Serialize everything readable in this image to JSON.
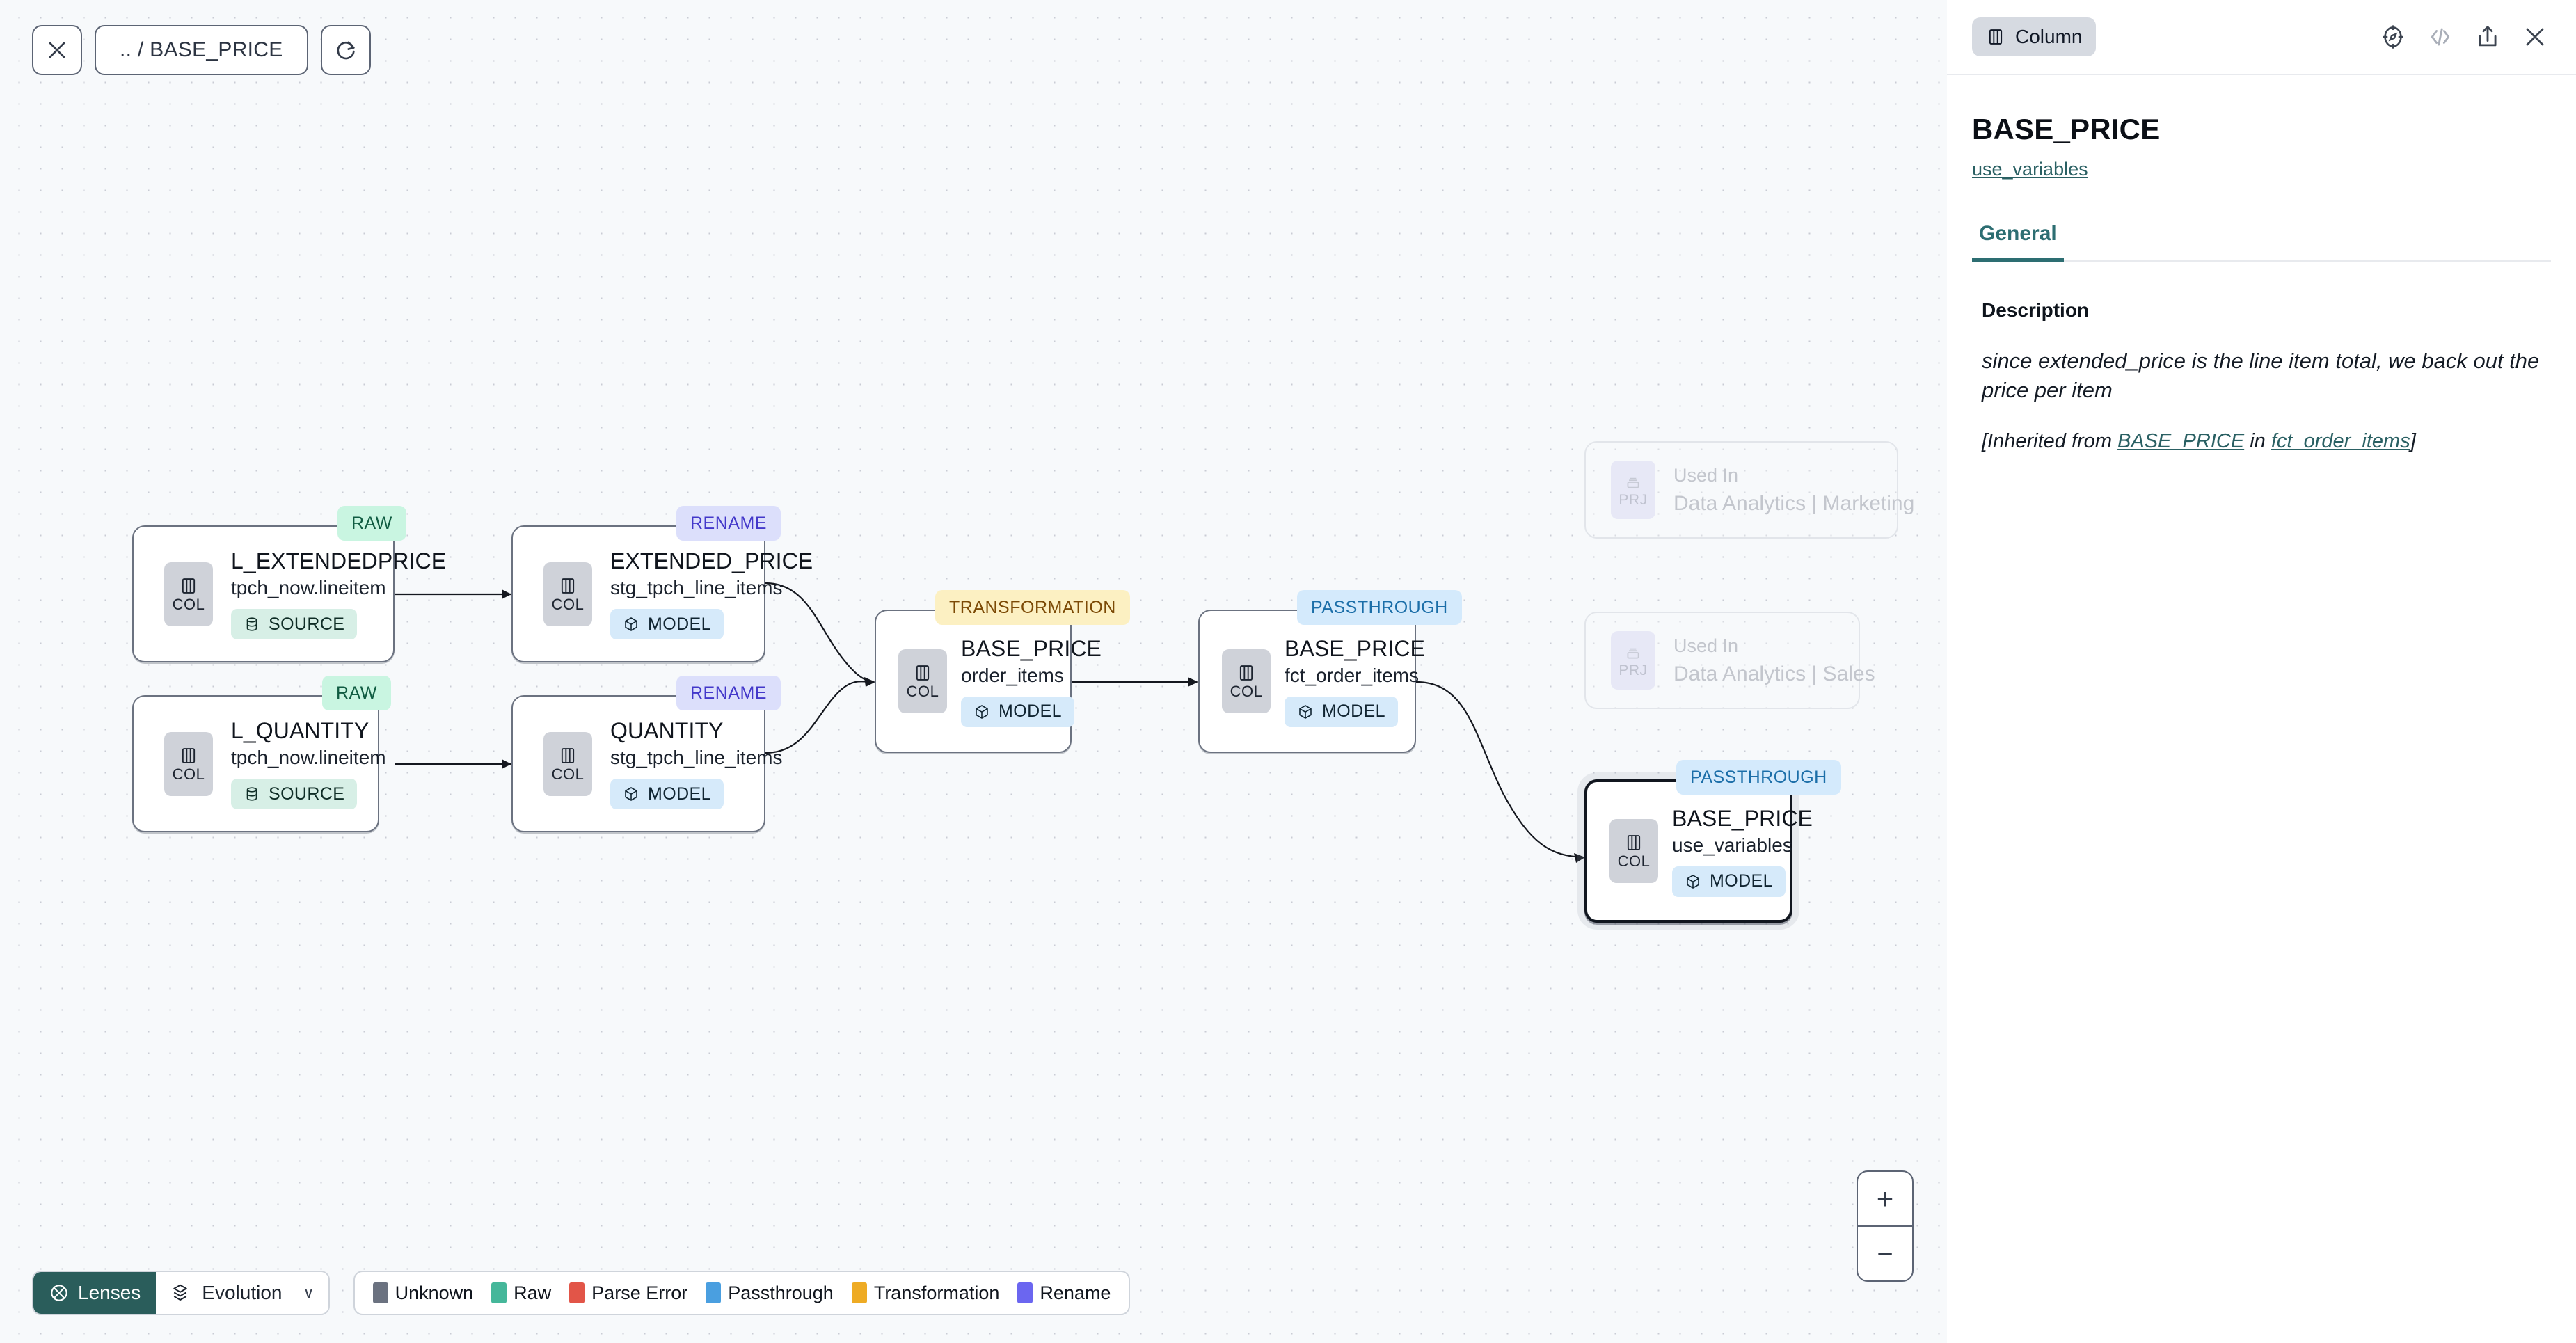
{
  "toolbar": {
    "close_label": "close-icon",
    "breadcrumb": ".. / BASE_PRICE",
    "refresh_label": "refresh-icon"
  },
  "graph": {
    "nodes": [
      {
        "id": "l_extendedprice",
        "title": "L_EXTENDEDPRICE",
        "subtitle": "tpch_now.lineitem",
        "pill": "SOURCE",
        "pill_type": "source",
        "badge": "RAW",
        "badge_type": "raw",
        "icon_label": "COL",
        "selected": false
      },
      {
        "id": "l_quantity",
        "title": "L_QUANTITY",
        "subtitle": "tpch_now.lineitem",
        "pill": "SOURCE",
        "pill_type": "source",
        "badge": "RAW",
        "badge_type": "raw",
        "icon_label": "COL",
        "selected": false
      },
      {
        "id": "extended_price",
        "title": "EXTENDED_PRICE",
        "subtitle": "stg_tpch_line_items",
        "pill": "MODEL",
        "pill_type": "model",
        "badge": "RENAME",
        "badge_type": "rename",
        "icon_label": "COL",
        "selected": false
      },
      {
        "id": "quantity",
        "title": "QUANTITY",
        "subtitle": "stg_tpch_line_items",
        "pill": "MODEL",
        "pill_type": "model",
        "badge": "RENAME",
        "badge_type": "rename",
        "icon_label": "COL",
        "selected": false
      },
      {
        "id": "base_price_order_items",
        "title": "BASE_PRICE",
        "subtitle": "order_items",
        "pill": "MODEL",
        "pill_type": "model",
        "badge": "TRANSFORMATION",
        "badge_type": "transformation",
        "icon_label": "COL",
        "selected": false
      },
      {
        "id": "base_price_fct_order_items",
        "title": "BASE_PRICE",
        "subtitle": "fct_order_items",
        "pill": "MODEL",
        "pill_type": "model",
        "badge": "PASSTHROUGH",
        "badge_type": "passthrough",
        "icon_label": "COL",
        "selected": false
      },
      {
        "id": "base_price_use_variables",
        "title": "BASE_PRICE",
        "subtitle": "use_variables",
        "pill": "MODEL",
        "pill_type": "model",
        "badge": "PASSTHROUGH",
        "badge_type": "passthrough",
        "icon_label": "COL",
        "selected": true
      }
    ],
    "used_in": [
      {
        "id": "used_in_marketing",
        "label": "Used In",
        "name": "Data Analytics | Marketing",
        "icon_label": "PRJ"
      },
      {
        "id": "used_in_sales",
        "label": "Used In",
        "name": "Data Analytics | Sales",
        "icon_label": "PRJ"
      }
    ]
  },
  "zoom_controls": {
    "zoom_in": "+",
    "zoom_out": "−"
  },
  "bottom": {
    "lenses_label": "Lenses",
    "evolution_label": "Evolution",
    "chevron": "∨",
    "legend": [
      {
        "label": "Unknown",
        "color": "#6b7280"
      },
      {
        "label": "Raw",
        "color": "#45b79a"
      },
      {
        "label": "Parse Error",
        "color": "#e25548"
      },
      {
        "label": "Passthrough",
        "color": "#4a9fe0"
      },
      {
        "label": "Transformation",
        "color": "#eeab24"
      },
      {
        "label": "Rename",
        "color": "#6b66f0"
      }
    ]
  },
  "panel": {
    "chip_label": "Column",
    "chip_icon": "column-icon",
    "icons": [
      "explore-icon",
      "code-icon",
      "share-icon",
      "close-icon"
    ],
    "title": "BASE_PRICE",
    "subtitle_link": "use_variables",
    "tabs": [
      {
        "label": "General",
        "active": true
      }
    ],
    "description_label": "Description",
    "description_text": "since extended_price is the line item total, we back out the price per item",
    "inherited_prefix": "[Inherited from ",
    "inherited_link_1": "BASE_PRICE",
    "inherited_middle": " in ",
    "inherited_link_2": "fct_order_items",
    "inherited_suffix": "]"
  },
  "colors": {
    "canvas_bg": "#f7f9fb",
    "accent_teal": "#2d6e72",
    "lenses_bg": "#2a5d5b",
    "node_border": "#6b7280",
    "selected_border": "#11161f"
  }
}
